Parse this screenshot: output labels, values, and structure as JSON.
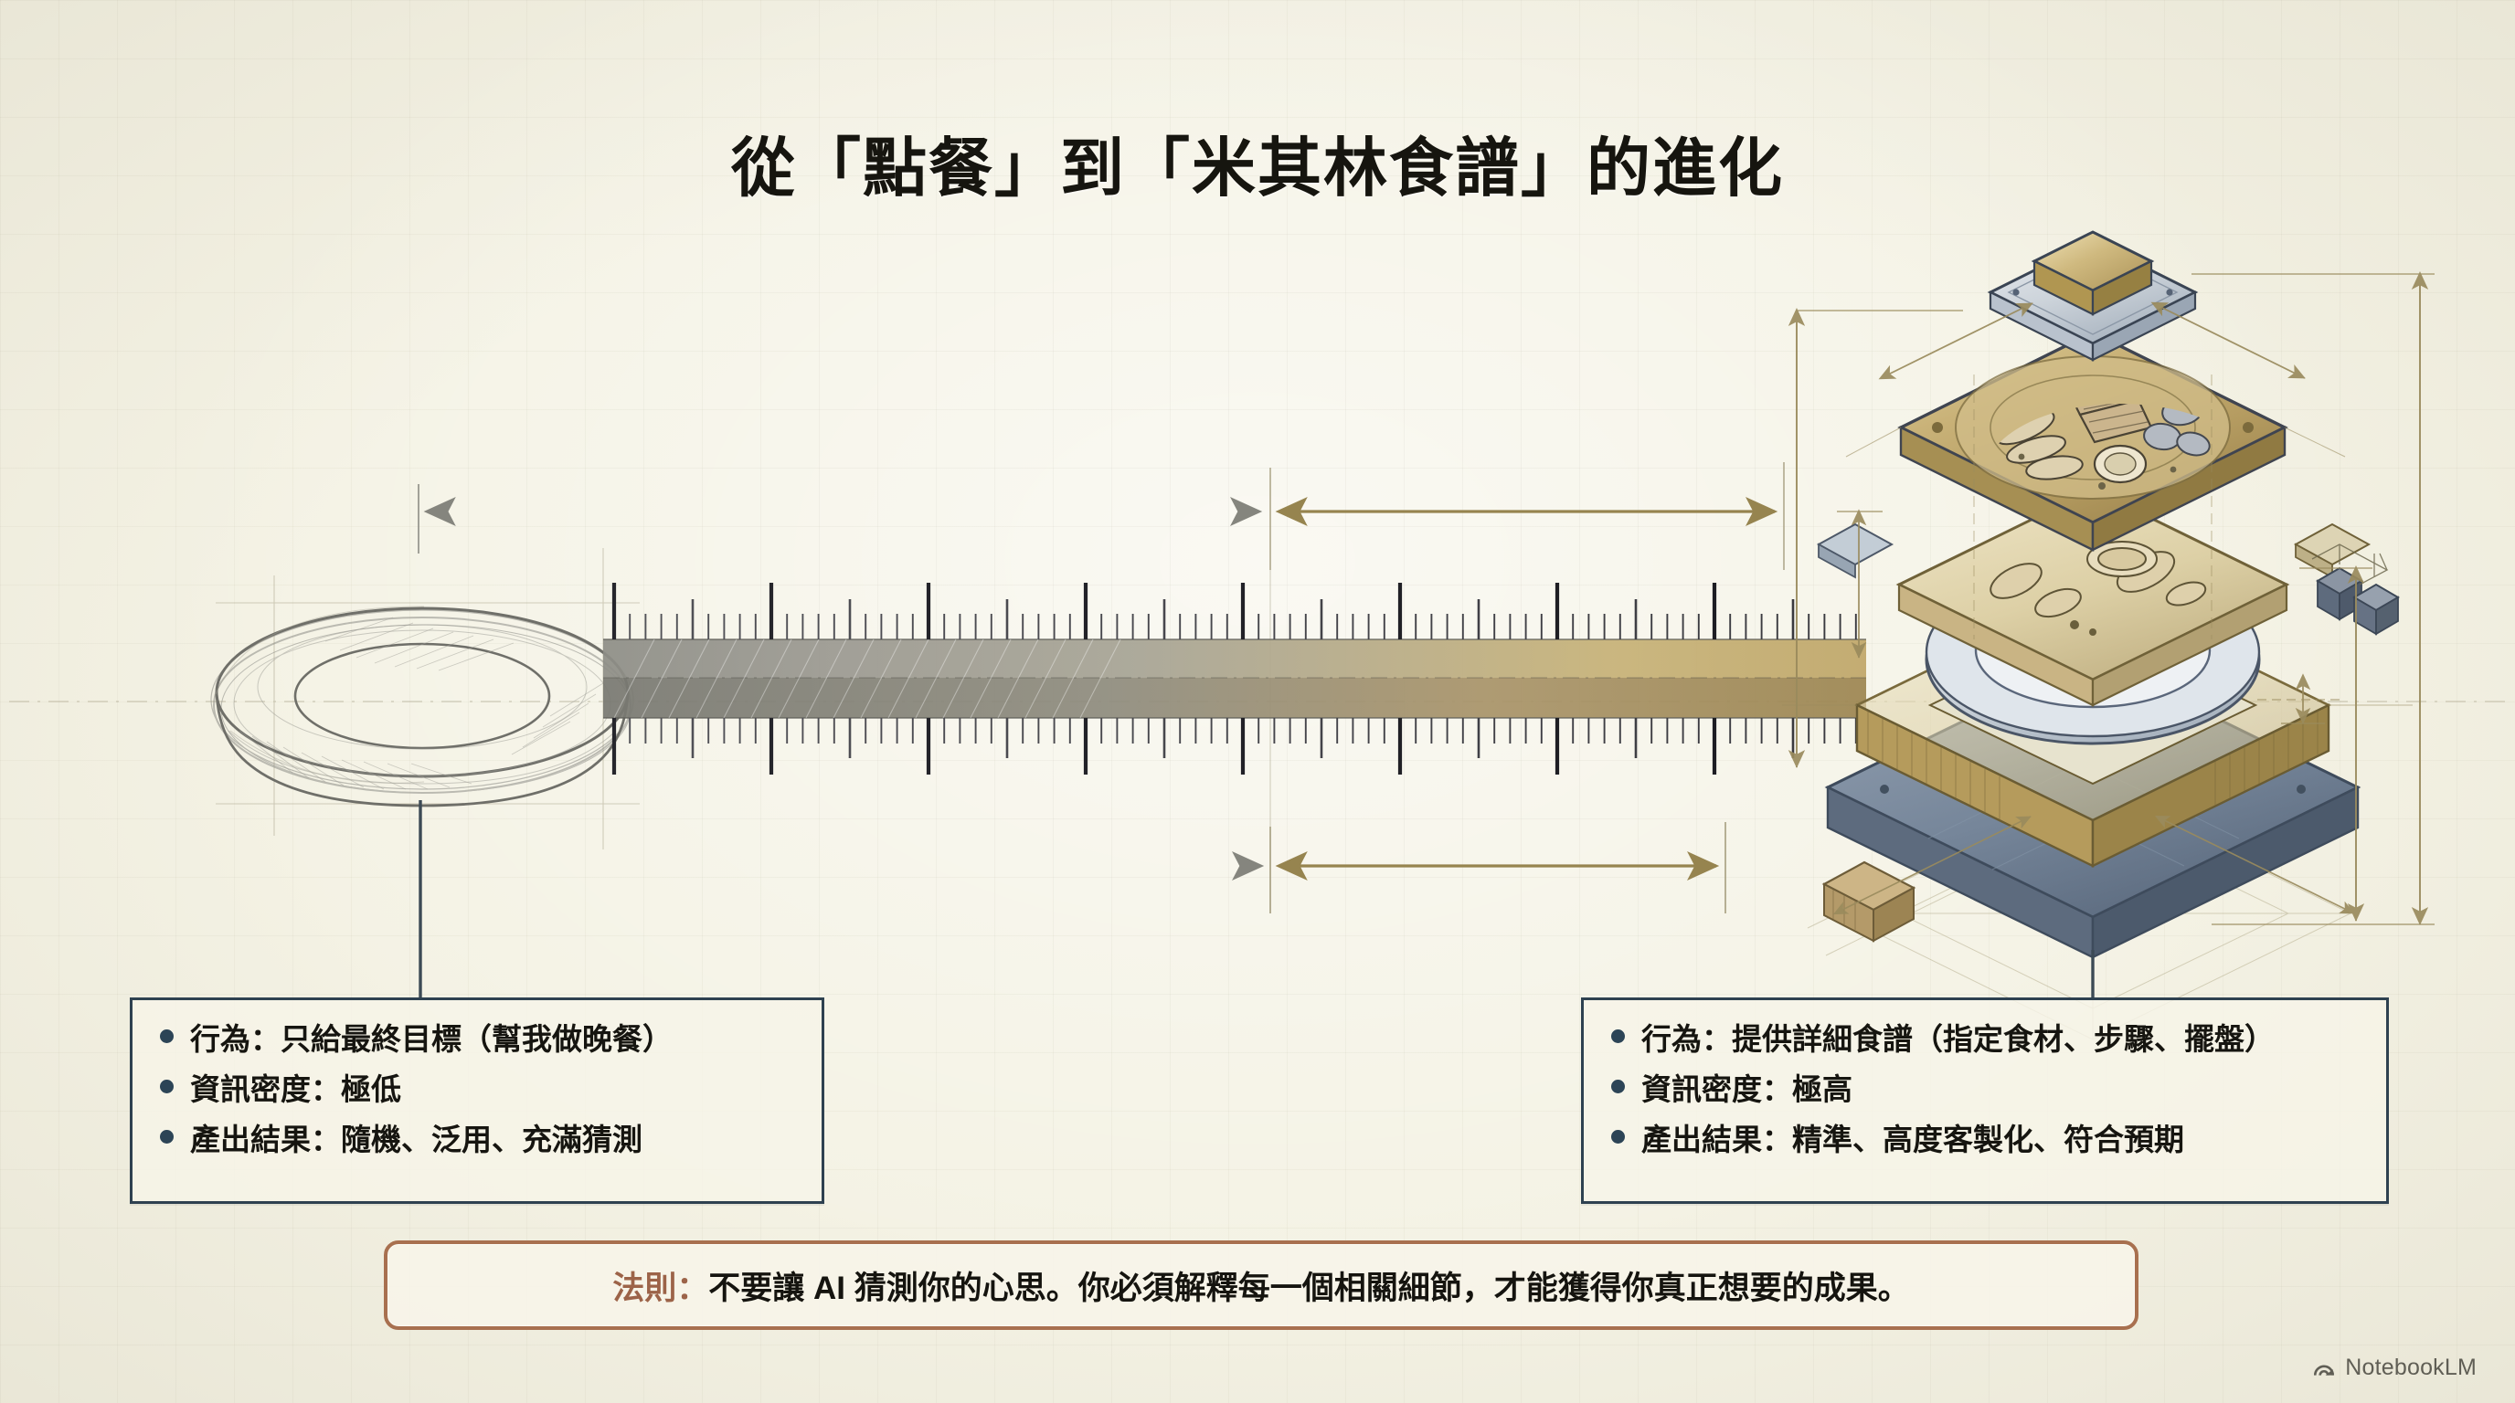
{
  "page": {
    "title": "從「點餐」到「米其林食譜」的進化",
    "background_color": "#f4f2e4",
    "ink_color": "#2e4150",
    "accent_gold": "#b8a06a",
    "accent_brown": "#9c6348"
  },
  "diagram": {
    "left_stage_name": "empty-plate-sketch",
    "right_stage_name": "exploded-plated-dish-assembly",
    "scale_bar_name": "gradient-ruler",
    "scale_bar_left_tone": "#6b6b66",
    "scale_bar_right_tone": "#b79a54"
  },
  "callout_left": {
    "items": [
      "行為：只給最終目標（幫我做晚餐）",
      "資訊密度：極低",
      "產出結果：隨機、泛用、充滿猜測"
    ]
  },
  "callout_right": {
    "items": [
      "行為：提供詳細食譜（指定食材、步驟、擺盤）",
      "資訊密度：極高",
      "產出結果：精準、高度客製化、符合預期"
    ]
  },
  "rule": {
    "label": "法則：",
    "text": "不要讓 AI 猜測你的心思。你必須解釋每一個相關細節，才能獲得你真正想要的成果。"
  },
  "watermark": {
    "text": "NotebookLM"
  }
}
